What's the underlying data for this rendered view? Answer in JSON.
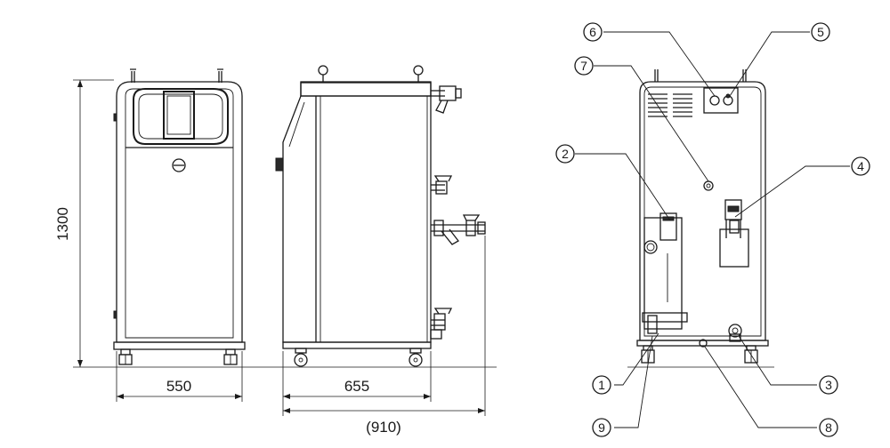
{
  "dimensions": {
    "height": "1300",
    "front_width": "550",
    "side_depth": "655",
    "overall_depth": "(910)"
  },
  "callouts": [
    "1",
    "2",
    "3",
    "4",
    "5",
    "6",
    "7",
    "8",
    "9"
  ]
}
